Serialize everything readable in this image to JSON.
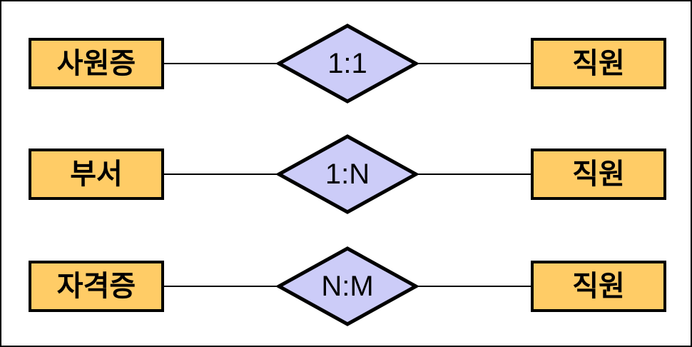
{
  "diagram_type": "entity-relationship-cardinality",
  "colors": {
    "background": "#FFFFFF",
    "entity_fill": "#FFCC66",
    "relationship_fill": "#CCCCF8",
    "stroke": "#000000"
  },
  "rows": [
    {
      "left_entity": "사원증",
      "relationship": "1:1",
      "right_entity": "직원"
    },
    {
      "left_entity": "부서",
      "relationship": "1:N",
      "right_entity": "직원"
    },
    {
      "left_entity": "자격증",
      "relationship": "N:M",
      "right_entity": "직원"
    }
  ]
}
